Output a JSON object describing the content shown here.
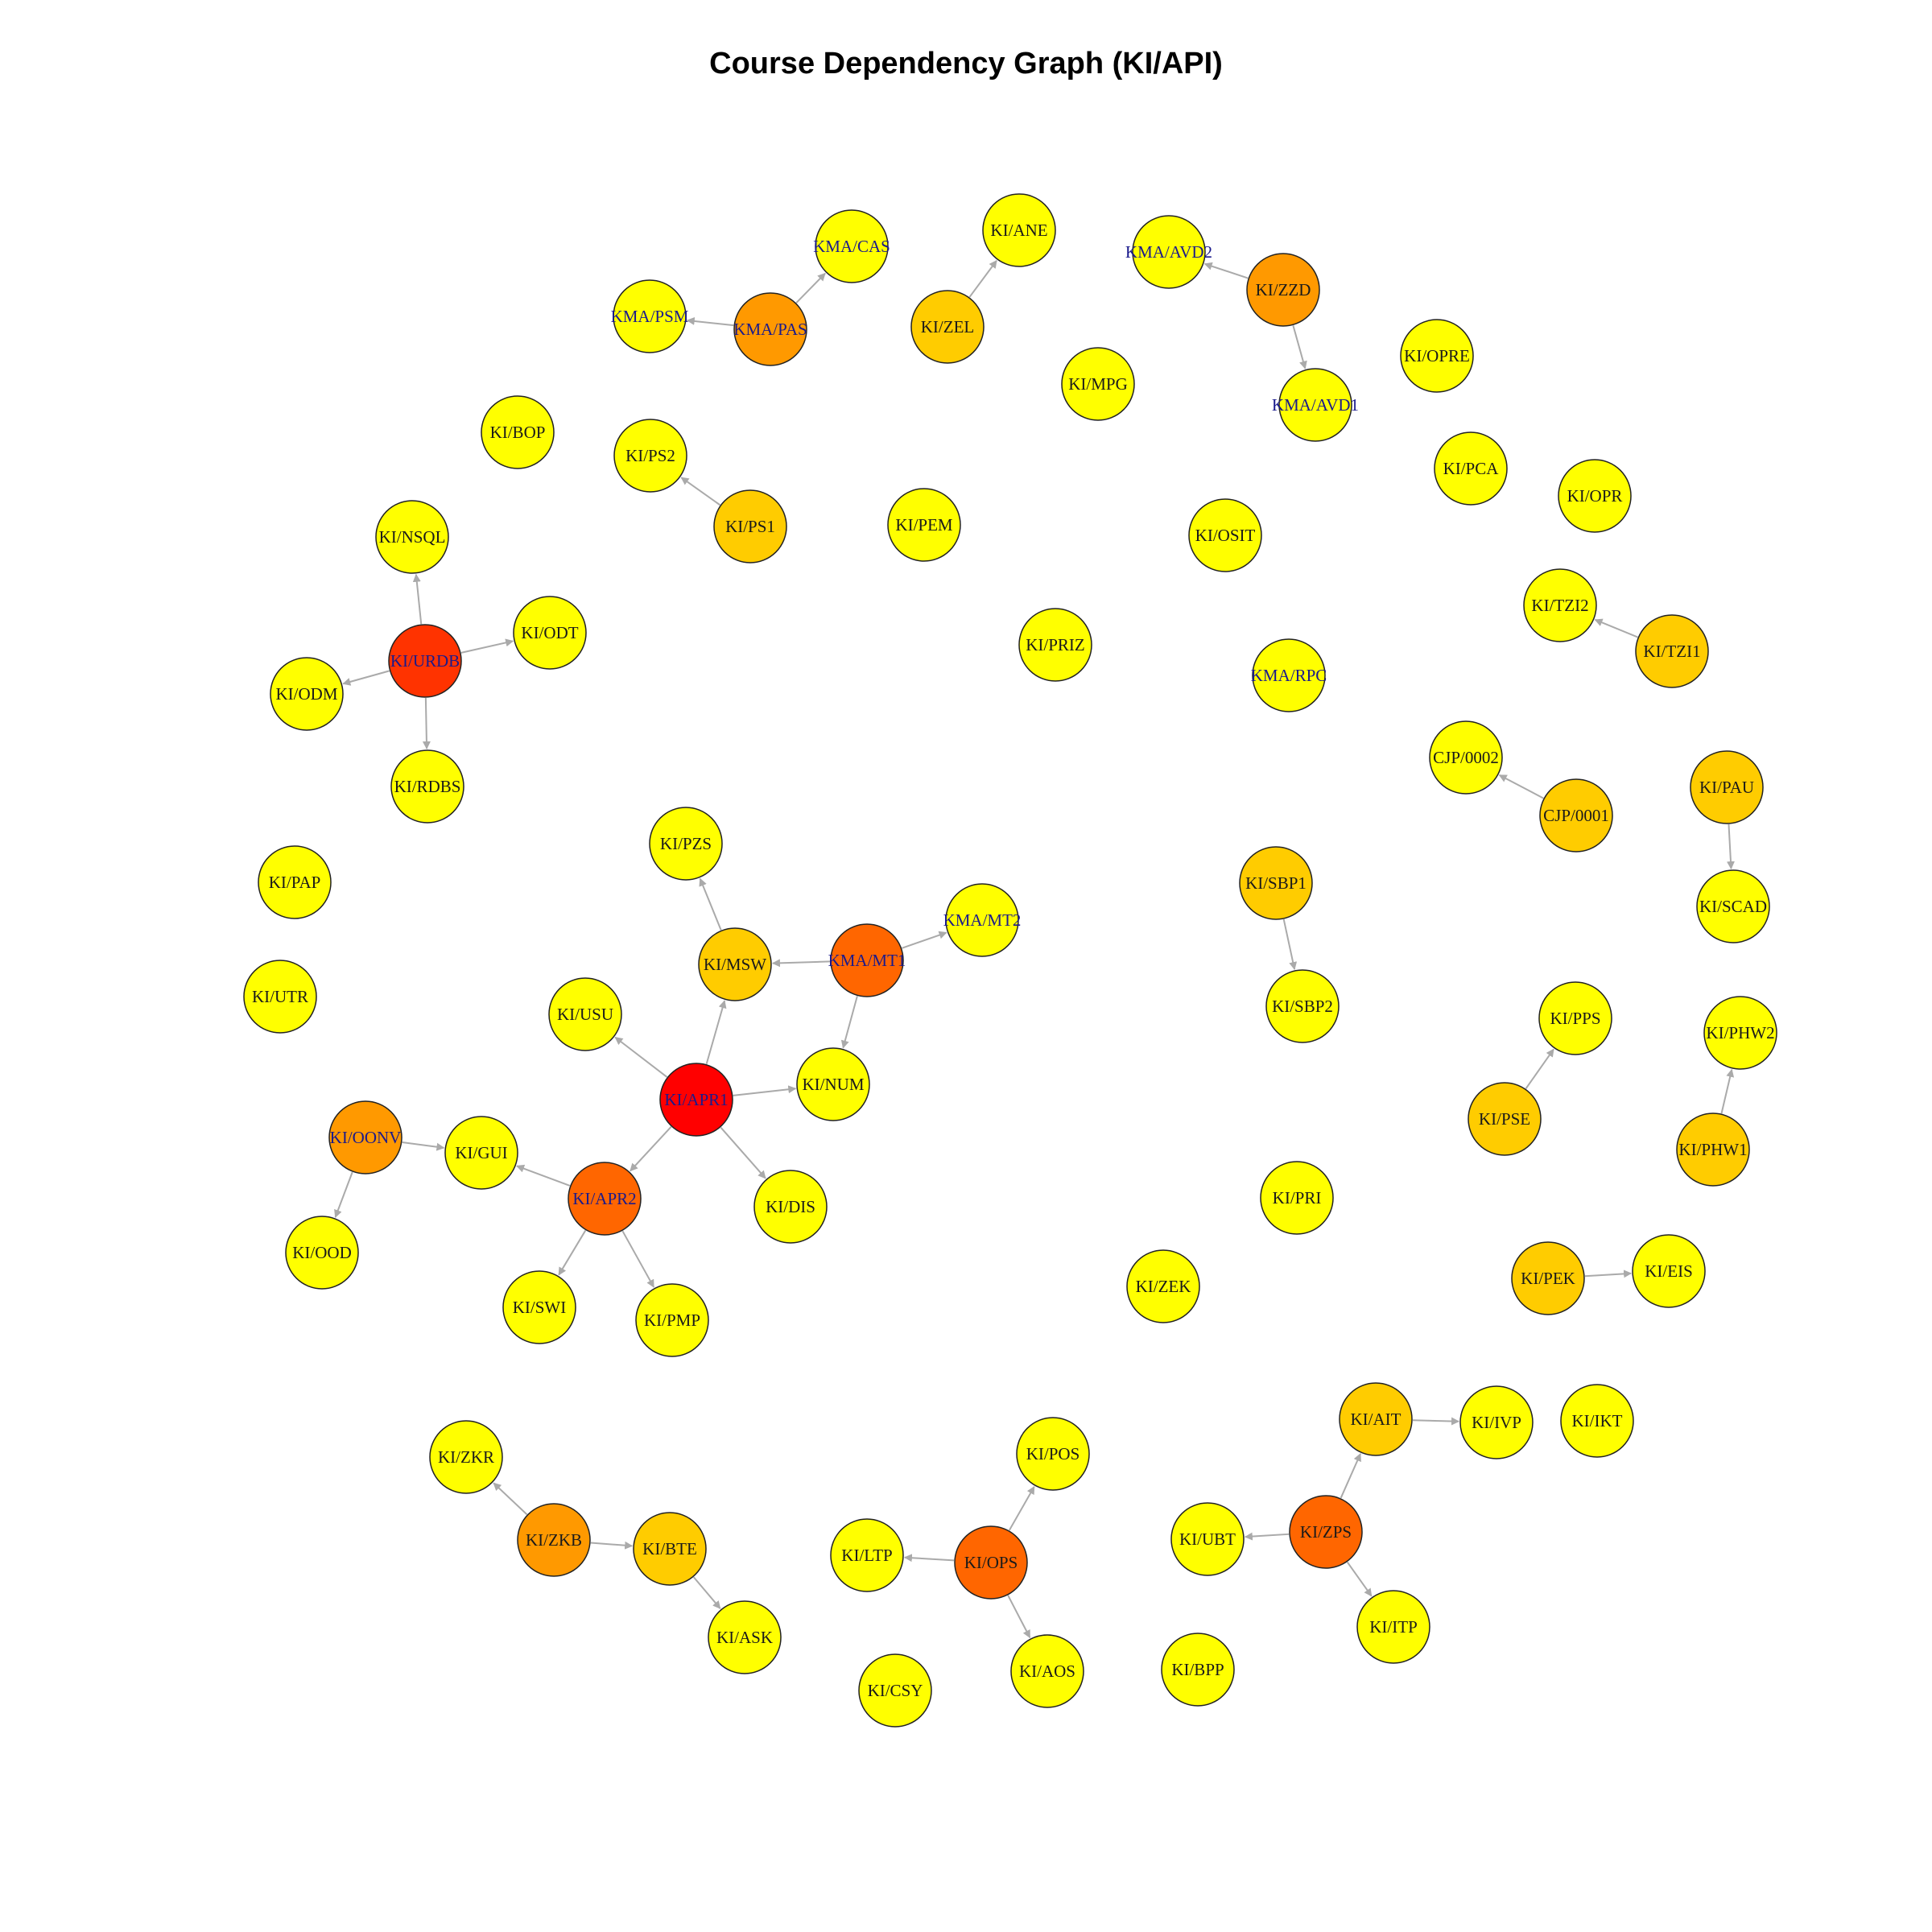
{
  "title": "Course Dependency Graph (KI/API)",
  "colors": {
    "edge": "#aaaaaa",
    "node_stroke": "#222222",
    "label_dark": "#1a1a1a",
    "label_navy": "#1a1a8c",
    "level1": "#ffff00",
    "level2": "#ffcc00",
    "level3": "#ff9900",
    "level4": "#ff6600",
    "level5": "#ff3300",
    "level6": "#ff0000"
  },
  "nodes": [
    {
      "id": "KMA/CAS",
      "level": 1,
      "label_color": "navy"
    },
    {
      "id": "KI/ANE",
      "level": 1,
      "label_color": "dark"
    },
    {
      "id": "KMA/AVD2",
      "level": 1,
      "label_color": "navy"
    },
    {
      "id": "KI/ZZD",
      "level": 3,
      "label_color": "dark"
    },
    {
      "id": "KMA/PSM",
      "level": 1,
      "label_color": "navy"
    },
    {
      "id": "KMA/PAS",
      "level": 3,
      "label_color": "navy"
    },
    {
      "id": "KI/ZEL",
      "level": 2,
      "label_color": "dark"
    },
    {
      "id": "KI/OPRE",
      "level": 1,
      "label_color": "dark"
    },
    {
      "id": "KI/MPG",
      "level": 1,
      "label_color": "dark"
    },
    {
      "id": "KMA/AVD1",
      "level": 1,
      "label_color": "navy"
    },
    {
      "id": "KI/BOP",
      "level": 1,
      "label_color": "dark"
    },
    {
      "id": "KI/PS2",
      "level": 1,
      "label_color": "dark"
    },
    {
      "id": "KI/PCA",
      "level": 1,
      "label_color": "dark"
    },
    {
      "id": "KI/OPR",
      "level": 1,
      "label_color": "dark"
    },
    {
      "id": "KI/PS1",
      "level": 2,
      "label_color": "dark"
    },
    {
      "id": "KI/PEM",
      "level": 1,
      "label_color": "dark"
    },
    {
      "id": "KI/OSIT",
      "level": 1,
      "label_color": "dark"
    },
    {
      "id": "KI/NSQL",
      "level": 1,
      "label_color": "dark"
    },
    {
      "id": "KI/TZI2",
      "level": 1,
      "label_color": "dark"
    },
    {
      "id": "KI/ODT",
      "level": 1,
      "label_color": "dark"
    },
    {
      "id": "KI/TZI1",
      "level": 2,
      "label_color": "dark"
    },
    {
      "id": "KI/URDB",
      "level": 5,
      "label_color": "navy"
    },
    {
      "id": "KI/PRIZ",
      "level": 1,
      "label_color": "dark"
    },
    {
      "id": "KMA/RPC",
      "level": 1,
      "label_color": "navy"
    },
    {
      "id": "KI/ODM",
      "level": 1,
      "label_color": "dark"
    },
    {
      "id": "CJP/0002",
      "level": 1,
      "label_color": "dark"
    },
    {
      "id": "KI/PAU",
      "level": 2,
      "label_color": "dark"
    },
    {
      "id": "KI/RDBS",
      "level": 1,
      "label_color": "dark"
    },
    {
      "id": "CJP/0001",
      "level": 2,
      "label_color": "dark"
    },
    {
      "id": "KI/PZS",
      "level": 1,
      "label_color": "dark"
    },
    {
      "id": "KI/SBP1",
      "level": 2,
      "label_color": "dark"
    },
    {
      "id": "KI/PAP",
      "level": 1,
      "label_color": "dark"
    },
    {
      "id": "KI/SCAD",
      "level": 1,
      "label_color": "dark"
    },
    {
      "id": "KMA/MT2",
      "level": 1,
      "label_color": "navy"
    },
    {
      "id": "KI/MSW",
      "level": 2,
      "label_color": "dark"
    },
    {
      "id": "KMA/MT1",
      "level": 4,
      "label_color": "navy"
    },
    {
      "id": "KI/UTR",
      "level": 1,
      "label_color": "dark"
    },
    {
      "id": "KI/SBP2",
      "level": 1,
      "label_color": "dark"
    },
    {
      "id": "KI/USU",
      "level": 1,
      "label_color": "dark"
    },
    {
      "id": "KI/PPS",
      "level": 1,
      "label_color": "dark"
    },
    {
      "id": "KI/PHW2",
      "level": 1,
      "label_color": "dark"
    },
    {
      "id": "KI/NUM",
      "level": 1,
      "label_color": "dark"
    },
    {
      "id": "KI/APR1",
      "level": 6,
      "label_color": "navy"
    },
    {
      "id": "KI/PSE",
      "level": 2,
      "label_color": "dark"
    },
    {
      "id": "KI/OONV",
      "level": 3,
      "label_color": "navy"
    },
    {
      "id": "KI/GUI",
      "level": 1,
      "label_color": "dark"
    },
    {
      "id": "KI/PHW1",
      "level": 2,
      "label_color": "dark"
    },
    {
      "id": "KI/APR2",
      "level": 4,
      "label_color": "navy"
    },
    {
      "id": "KI/DIS",
      "level": 1,
      "label_color": "dark"
    },
    {
      "id": "KI/PRI",
      "level": 1,
      "label_color": "dark"
    },
    {
      "id": "KI/OOD",
      "level": 1,
      "label_color": "dark"
    },
    {
      "id": "KI/ZEK",
      "level": 1,
      "label_color": "dark"
    },
    {
      "id": "KI/PEK",
      "level": 2,
      "label_color": "dark"
    },
    {
      "id": "KI/EIS",
      "level": 1,
      "label_color": "dark"
    },
    {
      "id": "KI/SWI",
      "level": 1,
      "label_color": "dark"
    },
    {
      "id": "KI/PMP",
      "level": 1,
      "label_color": "dark"
    },
    {
      "id": "KI/AIT",
      "level": 2,
      "label_color": "dark"
    },
    {
      "id": "KI/IVP",
      "level": 1,
      "label_color": "dark"
    },
    {
      "id": "KI/IKT",
      "level": 1,
      "label_color": "dark"
    },
    {
      "id": "KI/POS",
      "level": 1,
      "label_color": "dark"
    },
    {
      "id": "KI/ZKR",
      "level": 1,
      "label_color": "dark"
    },
    {
      "id": "KI/ZPS",
      "level": 4,
      "label_color": "dark"
    },
    {
      "id": "KI/UBT",
      "level": 1,
      "label_color": "dark"
    },
    {
      "id": "KI/ZKB",
      "level": 3,
      "label_color": "dark"
    },
    {
      "id": "KI/BTE",
      "level": 2,
      "label_color": "dark"
    },
    {
      "id": "KI/LTP",
      "level": 1,
      "label_color": "dark"
    },
    {
      "id": "KI/OPS",
      "level": 4,
      "label_color": "dark"
    },
    {
      "id": "KI/ITP",
      "level": 1,
      "label_color": "dark"
    },
    {
      "id": "KI/ASK",
      "level": 1,
      "label_color": "dark"
    },
    {
      "id": "KI/AOS",
      "level": 1,
      "label_color": "dark"
    },
    {
      "id": "KI/BPP",
      "level": 1,
      "label_color": "dark"
    },
    {
      "id": "KI/CSY",
      "level": 1,
      "label_color": "dark"
    }
  ],
  "edges": [
    [
      "KMA/PAS",
      "KMA/CAS"
    ],
    [
      "KMA/PAS",
      "KMA/PSM"
    ],
    [
      "KI/ZEL",
      "KI/ANE"
    ],
    [
      "KI/ZZD",
      "KMA/AVD2"
    ],
    [
      "KI/ZZD",
      "KMA/AVD1"
    ],
    [
      "KI/PS1",
      "KI/PS2"
    ],
    [
      "KI/TZI1",
      "KI/TZI2"
    ],
    [
      "KI/URDB",
      "KI/NSQL"
    ],
    [
      "KI/URDB",
      "KI/ODT"
    ],
    [
      "KI/URDB",
      "KI/ODM"
    ],
    [
      "KI/URDB",
      "KI/RDBS"
    ],
    [
      "CJP/0001",
      "CJP/0002"
    ],
    [
      "KI/PAU",
      "KI/SCAD"
    ],
    [
      "KI/SBP1",
      "KI/SBP2"
    ],
    [
      "KI/MSW",
      "KI/PZS"
    ],
    [
      "KMA/MT1",
      "KMA/MT2"
    ],
    [
      "KMA/MT1",
      "KI/MSW"
    ],
    [
      "KMA/MT1",
      "KI/NUM"
    ],
    [
      "KI/APR1",
      "KI/MSW"
    ],
    [
      "KI/APR1",
      "KI/USU"
    ],
    [
      "KI/APR1",
      "KI/NUM"
    ],
    [
      "KI/APR1",
      "KI/APR2"
    ],
    [
      "KI/APR1",
      "KI/DIS"
    ],
    [
      "KI/PSE",
      "KI/PPS"
    ],
    [
      "KI/PHW1",
      "KI/PHW2"
    ],
    [
      "KI/OONV",
      "KI/GUI"
    ],
    [
      "KI/OONV",
      "KI/OOD"
    ],
    [
      "KI/APR2",
      "KI/GUI"
    ],
    [
      "KI/APR2",
      "KI/SWI"
    ],
    [
      "KI/APR2",
      "KI/PMP"
    ],
    [
      "KI/PEK",
      "KI/EIS"
    ],
    [
      "KI/AIT",
      "KI/IVP"
    ],
    [
      "KI/ZPS",
      "KI/AIT"
    ],
    [
      "KI/ZPS",
      "KI/UBT"
    ],
    [
      "KI/ZPS",
      "KI/ITP"
    ],
    [
      "KI/ZKB",
      "KI/ZKR"
    ],
    [
      "KI/ZKB",
      "KI/BTE"
    ],
    [
      "KI/BTE",
      "KI/ASK"
    ],
    [
      "KI/OPS",
      "KI/POS"
    ],
    [
      "KI/OPS",
      "KI/LTP"
    ],
    [
      "KI/OPS",
      "KI/AOS"
    ]
  ]
}
